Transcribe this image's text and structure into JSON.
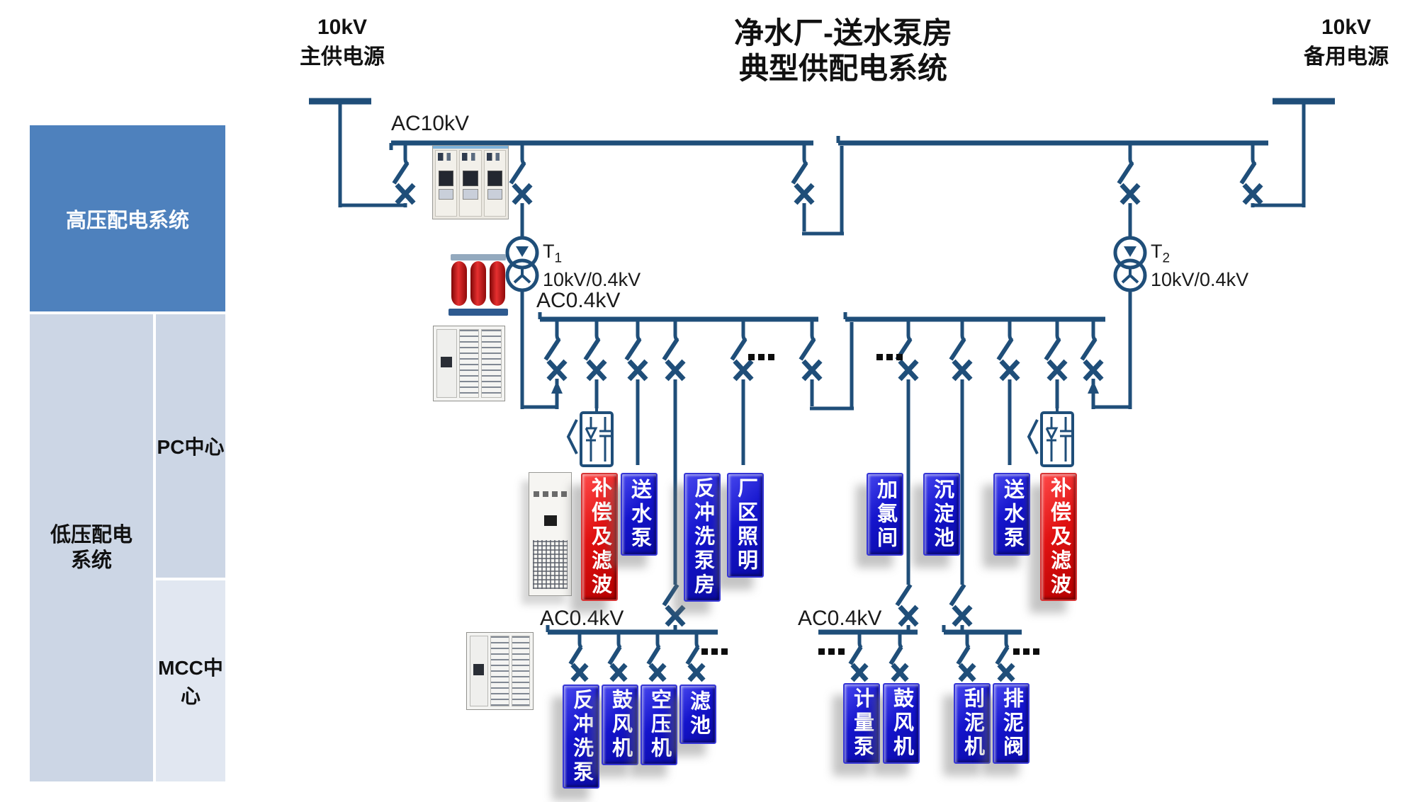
{
  "title": {
    "line1": "净水厂-送水泵房",
    "line2": "典型供配电系统"
  },
  "sources": {
    "main": {
      "line1": "10kV",
      "line2": "主供电源"
    },
    "backup": {
      "line1": "10kV",
      "line2": "备用电源"
    }
  },
  "sidebar": {
    "hv": "高压配电系统",
    "lv_line1": "低压配电",
    "lv_line2": "系统",
    "pc": "PC中心",
    "mcc": "MCC中心"
  },
  "buses": {
    "hv_label": "AC10kV",
    "lv_label_1": "AC0.4kV",
    "lv_label_2": "AC0.4kV",
    "lv_label_3": "AC0.4kV"
  },
  "transformers": {
    "t1": {
      "name": "T",
      "sub": "1",
      "ratio": "10kV/0.4kV"
    },
    "t2": {
      "name": "T",
      "sub": "2",
      "ratio": "10kV/0.4kV"
    }
  },
  "loads": {
    "pc_left": [
      {
        "label": "补偿及滤波",
        "type": "red"
      },
      {
        "label": "送水泵",
        "type": "blue"
      },
      {
        "label": "反冲洗泵房",
        "type": "blue"
      },
      {
        "label": "厂区照明",
        "type": "blue"
      }
    ],
    "pc_right": [
      {
        "label": "加氯间",
        "type": "blue"
      },
      {
        "label": "沉淀池",
        "type": "blue"
      },
      {
        "label": "送水泵",
        "type": "blue"
      },
      {
        "label": "补偿及滤波",
        "type": "red"
      }
    ],
    "mcc_left": [
      {
        "label": "反冲洗泵",
        "type": "blue"
      },
      {
        "label": "鼓风机",
        "type": "blue"
      },
      {
        "label": "空压机",
        "type": "blue"
      },
      {
        "label": "滤池",
        "type": "blue"
      }
    ],
    "mcc_right": [
      {
        "label": "计量泵",
        "type": "blue"
      },
      {
        "label": "鼓风机",
        "type": "blue"
      },
      {
        "label": "刮泥机",
        "type": "blue"
      },
      {
        "label": "排泥阀",
        "type": "blue"
      }
    ]
  },
  "icons": {
    "breaker": "switch-breaker-icon",
    "transformer": "two-winding-transformer-icon",
    "svc": "compensation-filter-device-icon",
    "ellipsis": "more-feeders-ellipsis"
  },
  "colors": {
    "line_blue": "#1F4E79",
    "sidebar_hv": "#4E81BD",
    "sidebar_lv": "#CCD6E5",
    "sidebar_mcc": "#E1E7F1",
    "load_blue": "#1414CC",
    "load_red": "#E01212"
  }
}
